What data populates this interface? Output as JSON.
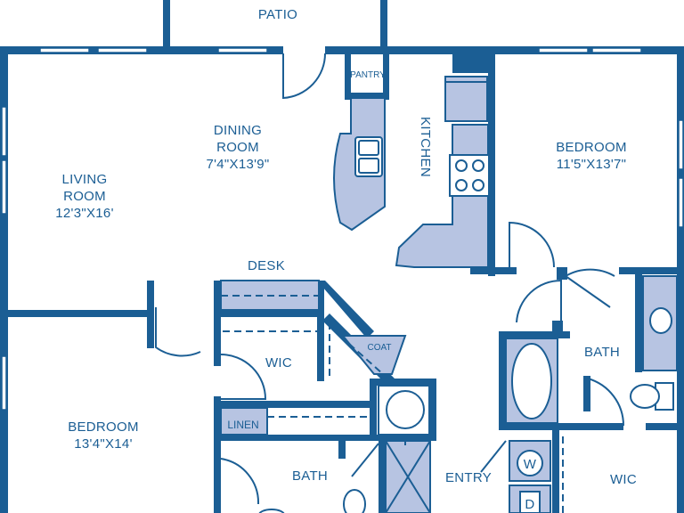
{
  "colors": {
    "wall": "#1b5e94",
    "fixture": "#b7c4e2",
    "background": "#ffffff"
  },
  "rooms": {
    "patio": {
      "name": "PATIO"
    },
    "dining": {
      "name_line1": "DINING",
      "name_line2": "ROOM",
      "size": "7'4\"X13'9\""
    },
    "living": {
      "name_line1": "LIVING",
      "name_line2": "ROOM",
      "size": "12'3\"X16'"
    },
    "kitchen": {
      "name": "KITCHEN"
    },
    "pantry": {
      "name": "PANTRY"
    },
    "bedroom_right": {
      "name": "BEDROOM",
      "size": "11'5\"X13'7\""
    },
    "desk": {
      "name": "DESK"
    },
    "wic_left": {
      "name": "WIC"
    },
    "coat": {
      "name": "COAT"
    },
    "bath_right": {
      "name": "BATH"
    },
    "bedroom_left": {
      "name": "BEDROOM",
      "size": "13'4\"X14'"
    },
    "linen": {
      "name": "LINEN"
    },
    "bath_left": {
      "name": "BATH"
    },
    "entry": {
      "name": "ENTRY"
    },
    "wic_right": {
      "name": "WIC"
    },
    "washer": {
      "name": "W"
    },
    "dryer": {
      "name": "D"
    }
  },
  "icons": [
    "sink-icon",
    "stove-icon",
    "refrigerator-icon",
    "bathtub-icon",
    "toilet-icon",
    "water-heater-icon",
    "washer-icon",
    "dryer-icon",
    "shower-icon"
  ]
}
